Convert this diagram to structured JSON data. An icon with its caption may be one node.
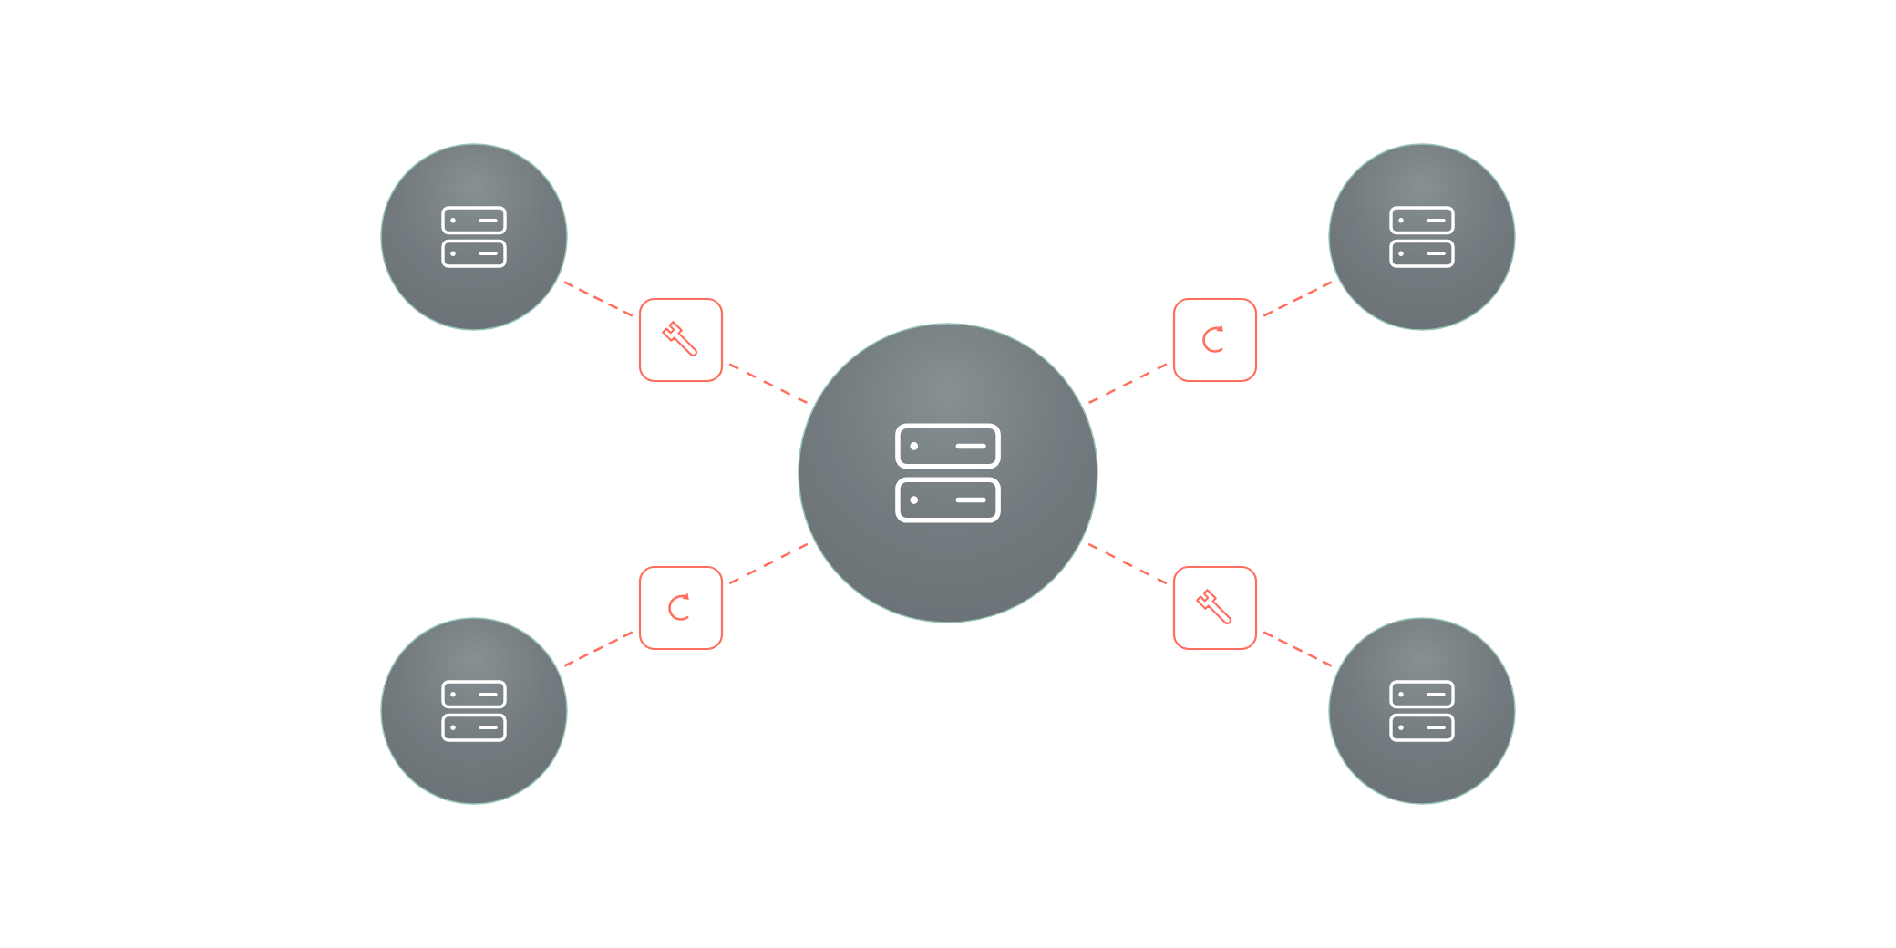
{
  "diagram": {
    "nodes": [
      {
        "text": [],
        "shape": "circle"
      },
      {
        "text": [],
        "shape": "circle"
      },
      {
        "text": [],
        "shape": "box"
      },
      {
        "text": [],
        "shape": "box"
      },
      {
        "text": [],
        "shape": "circle"
      },
      {
        "text": [],
        "shape": "box"
      },
      {
        "text": [],
        "shape": "box"
      },
      {
        "text": [],
        "shape": "circle"
      },
      {
        "text": [],
        "shape": "circle"
      }
    ],
    "edges": [
      {
        "from": 0,
        "to": 2,
        "arrow": "none",
        "style": "dashed"
      },
      {
        "from": 2,
        "to": 4,
        "arrow": "none",
        "style": "dashed"
      },
      {
        "from": 1,
        "to": 3,
        "arrow": "none",
        "style": "dashed"
      },
      {
        "from": 3,
        "to": 4,
        "arrow": "none",
        "style": "dashed"
      },
      {
        "from": 4,
        "to": 5,
        "arrow": "none",
        "style": "dashed"
      },
      {
        "from": 5,
        "to": 7,
        "arrow": "none",
        "style": "dashed"
      },
      {
        "from": 4,
        "to": 6,
        "arrow": "none",
        "style": "dashed"
      },
      {
        "from": 6,
        "to": 8,
        "arrow": "none",
        "style": "dashed"
      }
    ]
  }
}
